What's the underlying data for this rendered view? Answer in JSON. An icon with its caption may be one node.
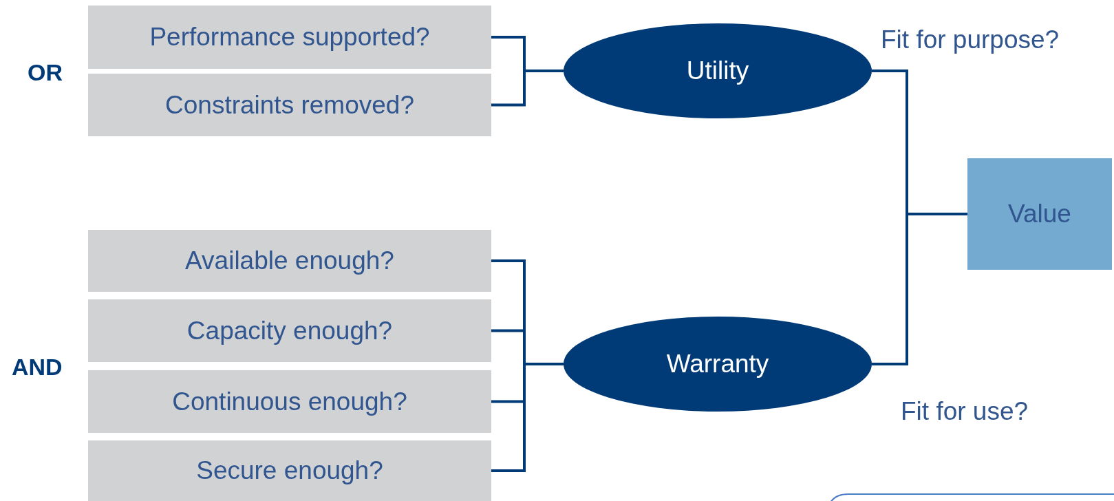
{
  "diagram": {
    "nodes": [
      {
        "text": [
          "Performance supported?"
        ]
      },
      {
        "text": [
          "Constraints removed?"
        ]
      },
      {
        "text": [
          "Available enough?"
        ]
      },
      {
        "text": [
          "Capacity enough?"
        ]
      },
      {
        "text": [
          "Continuous enough?"
        ]
      },
      {
        "text": [
          "Secure enough?"
        ]
      },
      {
        "text": [
          "Utility"
        ]
      },
      {
        "text": [
          "Warranty"
        ]
      },
      {
        "text": [
          "Value"
        ]
      }
    ],
    "edges": [
      {
        "from": 0,
        "to": 6,
        "arrow": "none"
      },
      {
        "from": 1,
        "to": 6,
        "arrow": "none"
      },
      {
        "from": 2,
        "to": 7,
        "arrow": "none"
      },
      {
        "from": 3,
        "to": 7,
        "arrow": "none"
      },
      {
        "from": 4,
        "to": 7,
        "arrow": "none"
      },
      {
        "from": 5,
        "to": 7,
        "arrow": "none"
      },
      {
        "from": 6,
        "to": 8,
        "arrow": "none"
      },
      {
        "from": 7,
        "to": 8,
        "arrow": "none"
      }
    ],
    "labels": [
      "OR",
      "Fit for purpose?",
      "AND",
      "Fit for use?"
    ]
  }
}
